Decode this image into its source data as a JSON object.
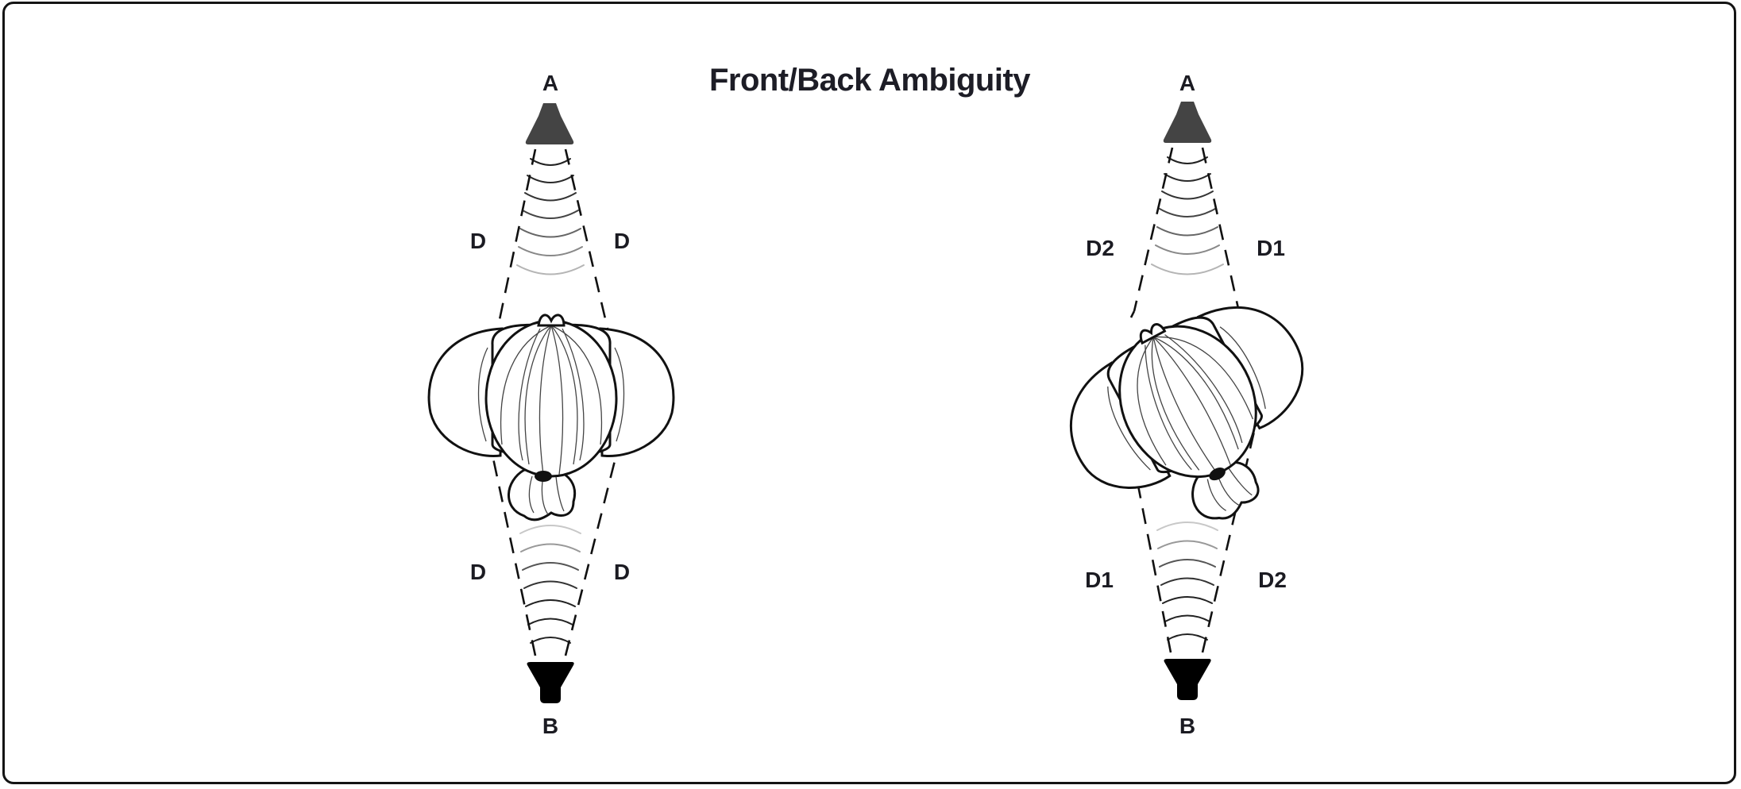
{
  "title": "Front/Back Ambiguity",
  "colors": {
    "frame": "#141414",
    "speaker_a": "#444444",
    "speaker_b": "#000000",
    "text": "#1b1b22"
  },
  "left_panel": {
    "speaker_top": "A",
    "speaker_bottom": "B",
    "path_top_left": "D",
    "path_top_right": "D",
    "path_bottom_left": "D",
    "path_bottom_right": "D"
  },
  "right_panel": {
    "speaker_top": "A",
    "speaker_bottom": "B",
    "path_top_left": "D2",
    "path_top_right": "D1",
    "path_bottom_left": "D1",
    "path_bottom_right": "D2"
  }
}
